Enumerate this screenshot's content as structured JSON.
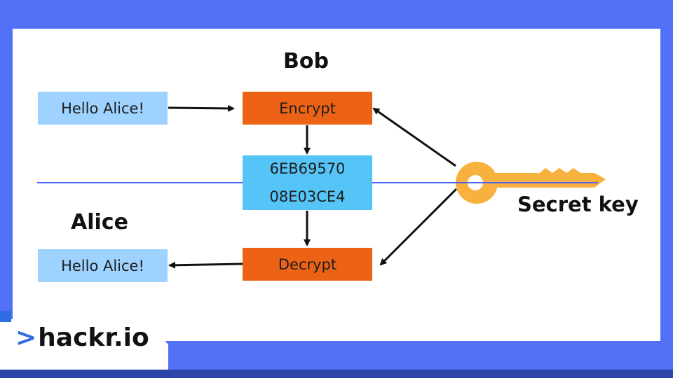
{
  "labels": {
    "bob": "Bob",
    "alice": "Alice",
    "secret_key": "Secret key"
  },
  "boxes": {
    "plaintext_top": "Hello Alice!",
    "encrypt": "Encrypt",
    "ciphertext_line1": "6EB69570",
    "ciphertext_line2": "08E03CE4",
    "decrypt": "Decrypt",
    "plaintext_bottom": "Hello Alice!"
  },
  "logo": {
    "text": "hackr.io"
  },
  "colors": {
    "background": "#5270f5",
    "message_box": "#9fd3ff",
    "operation_box": "#ec6316",
    "cipher_box": "#55c4f7",
    "key": "#f8b13c",
    "channel_line": "#4f63f0",
    "logo_accent": "#2f6de0"
  },
  "icons": {
    "key": "key-icon",
    "logo_chevron": "chevron-right-icon"
  }
}
